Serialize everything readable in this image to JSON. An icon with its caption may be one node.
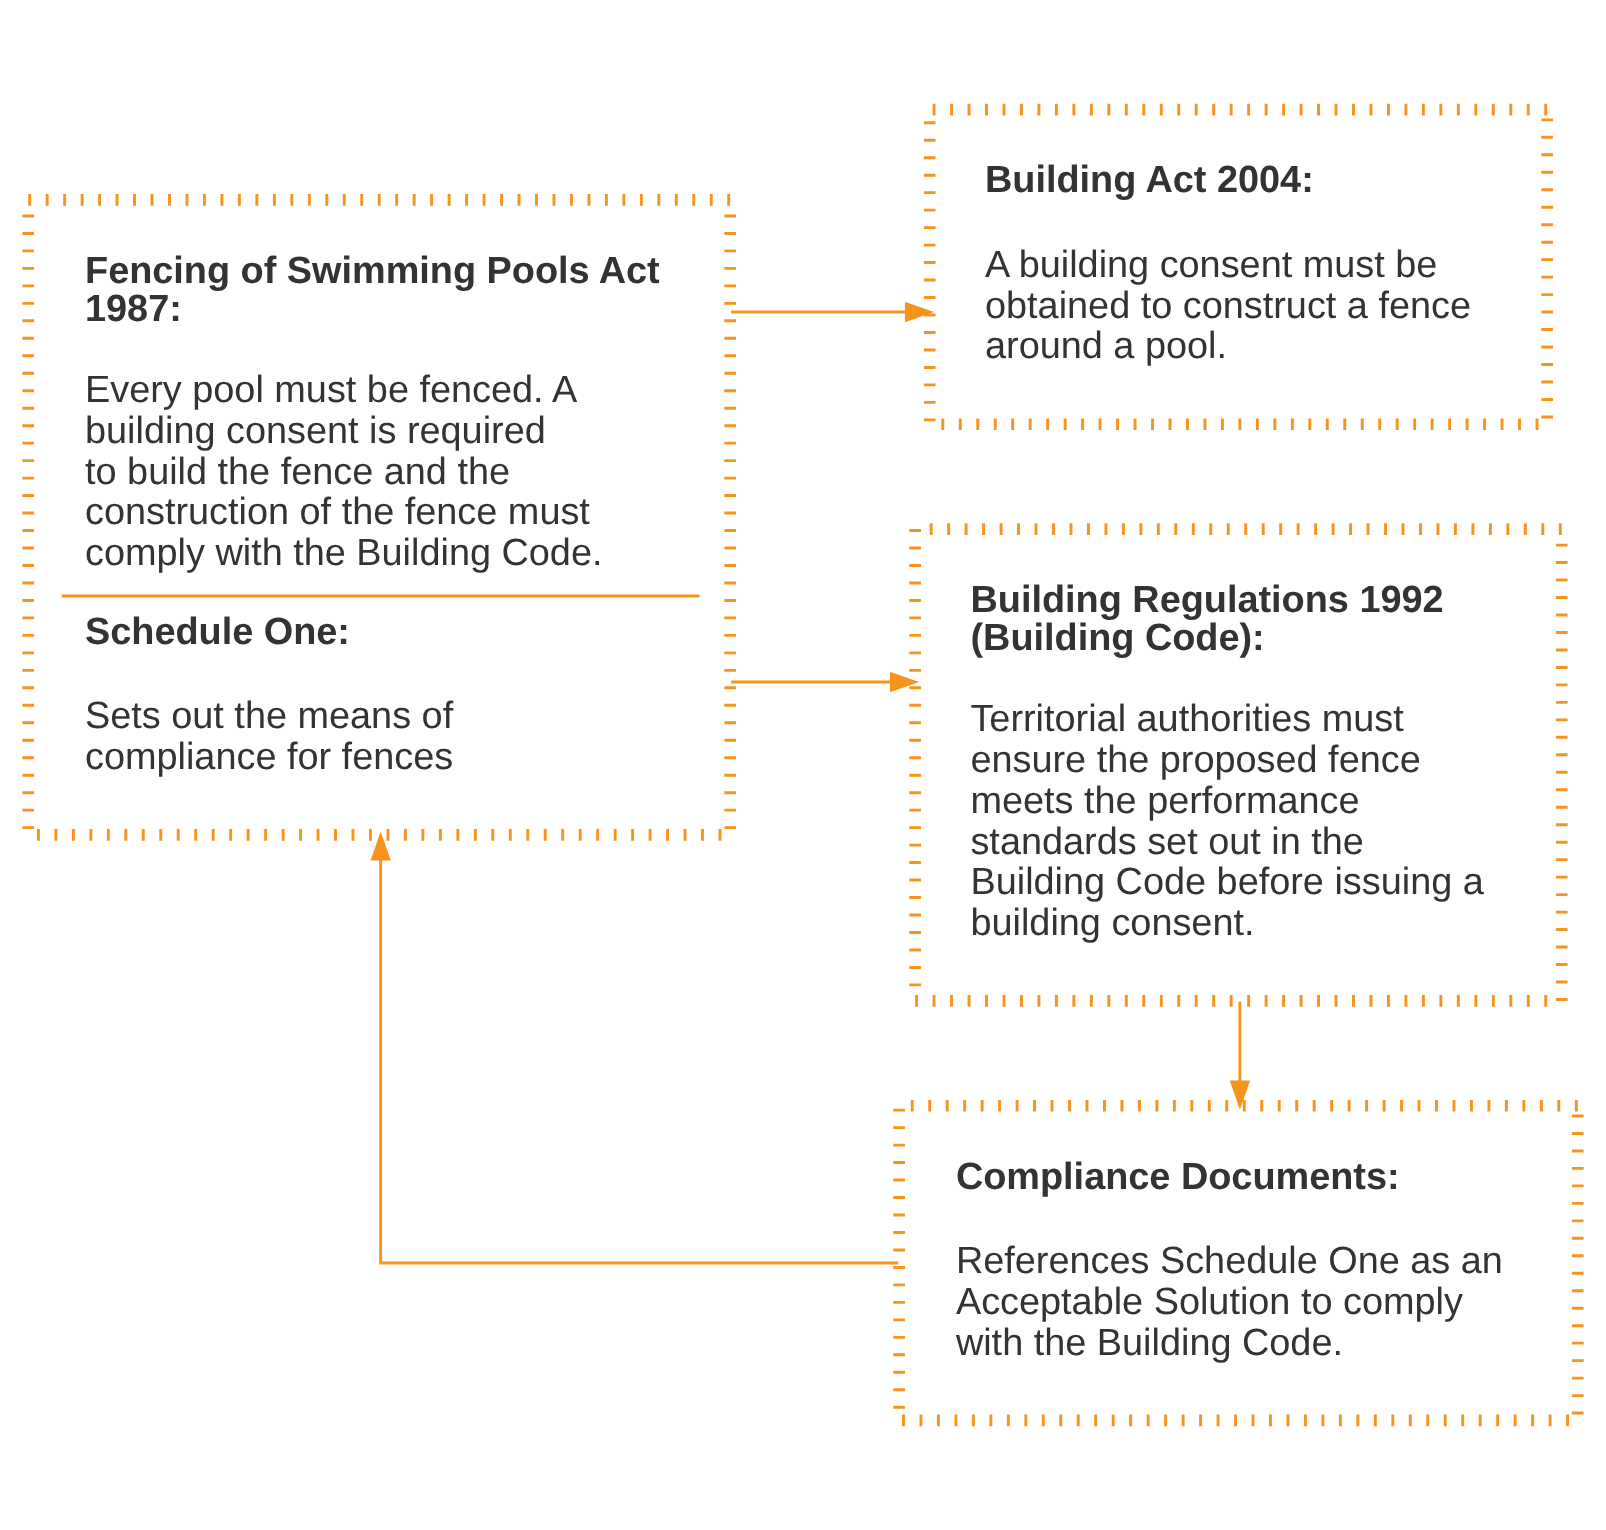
{
  "diagram": {
    "nodes": [
      {
        "text": [
          "Fencing of Swimming Pools Act 1987:",
          "Every pool must be fenced. A building consent is required to build the fence and the construction of the fence must comply with the Building Code.",
          "Schedule One:",
          "Sets out the means of compliance for fences"
        ]
      },
      {
        "text": [
          "Building Act 2004:",
          "A building consent must be obtained to construct a fence around a pool."
        ]
      },
      {
        "text": [
          "Building Regulations 1992 (Building Code):",
          "Territorial authorities must ensure the proposed fence meets the performance standards set out in the Building Code before issuing a building consent."
        ]
      },
      {
        "text": [
          "Compliance Documents:",
          "References Schedule One as an Acceptable Solution to comply with the Building Code."
        ]
      }
    ],
    "edges": [
      {
        "from": 0,
        "to": 1,
        "arrow": "to"
      },
      {
        "from": 0,
        "to": 2,
        "arrow": "to"
      },
      {
        "from": 2,
        "to": 3,
        "arrow": "to"
      },
      {
        "from": 3,
        "to": 0,
        "arrow": "to"
      }
    ]
  }
}
